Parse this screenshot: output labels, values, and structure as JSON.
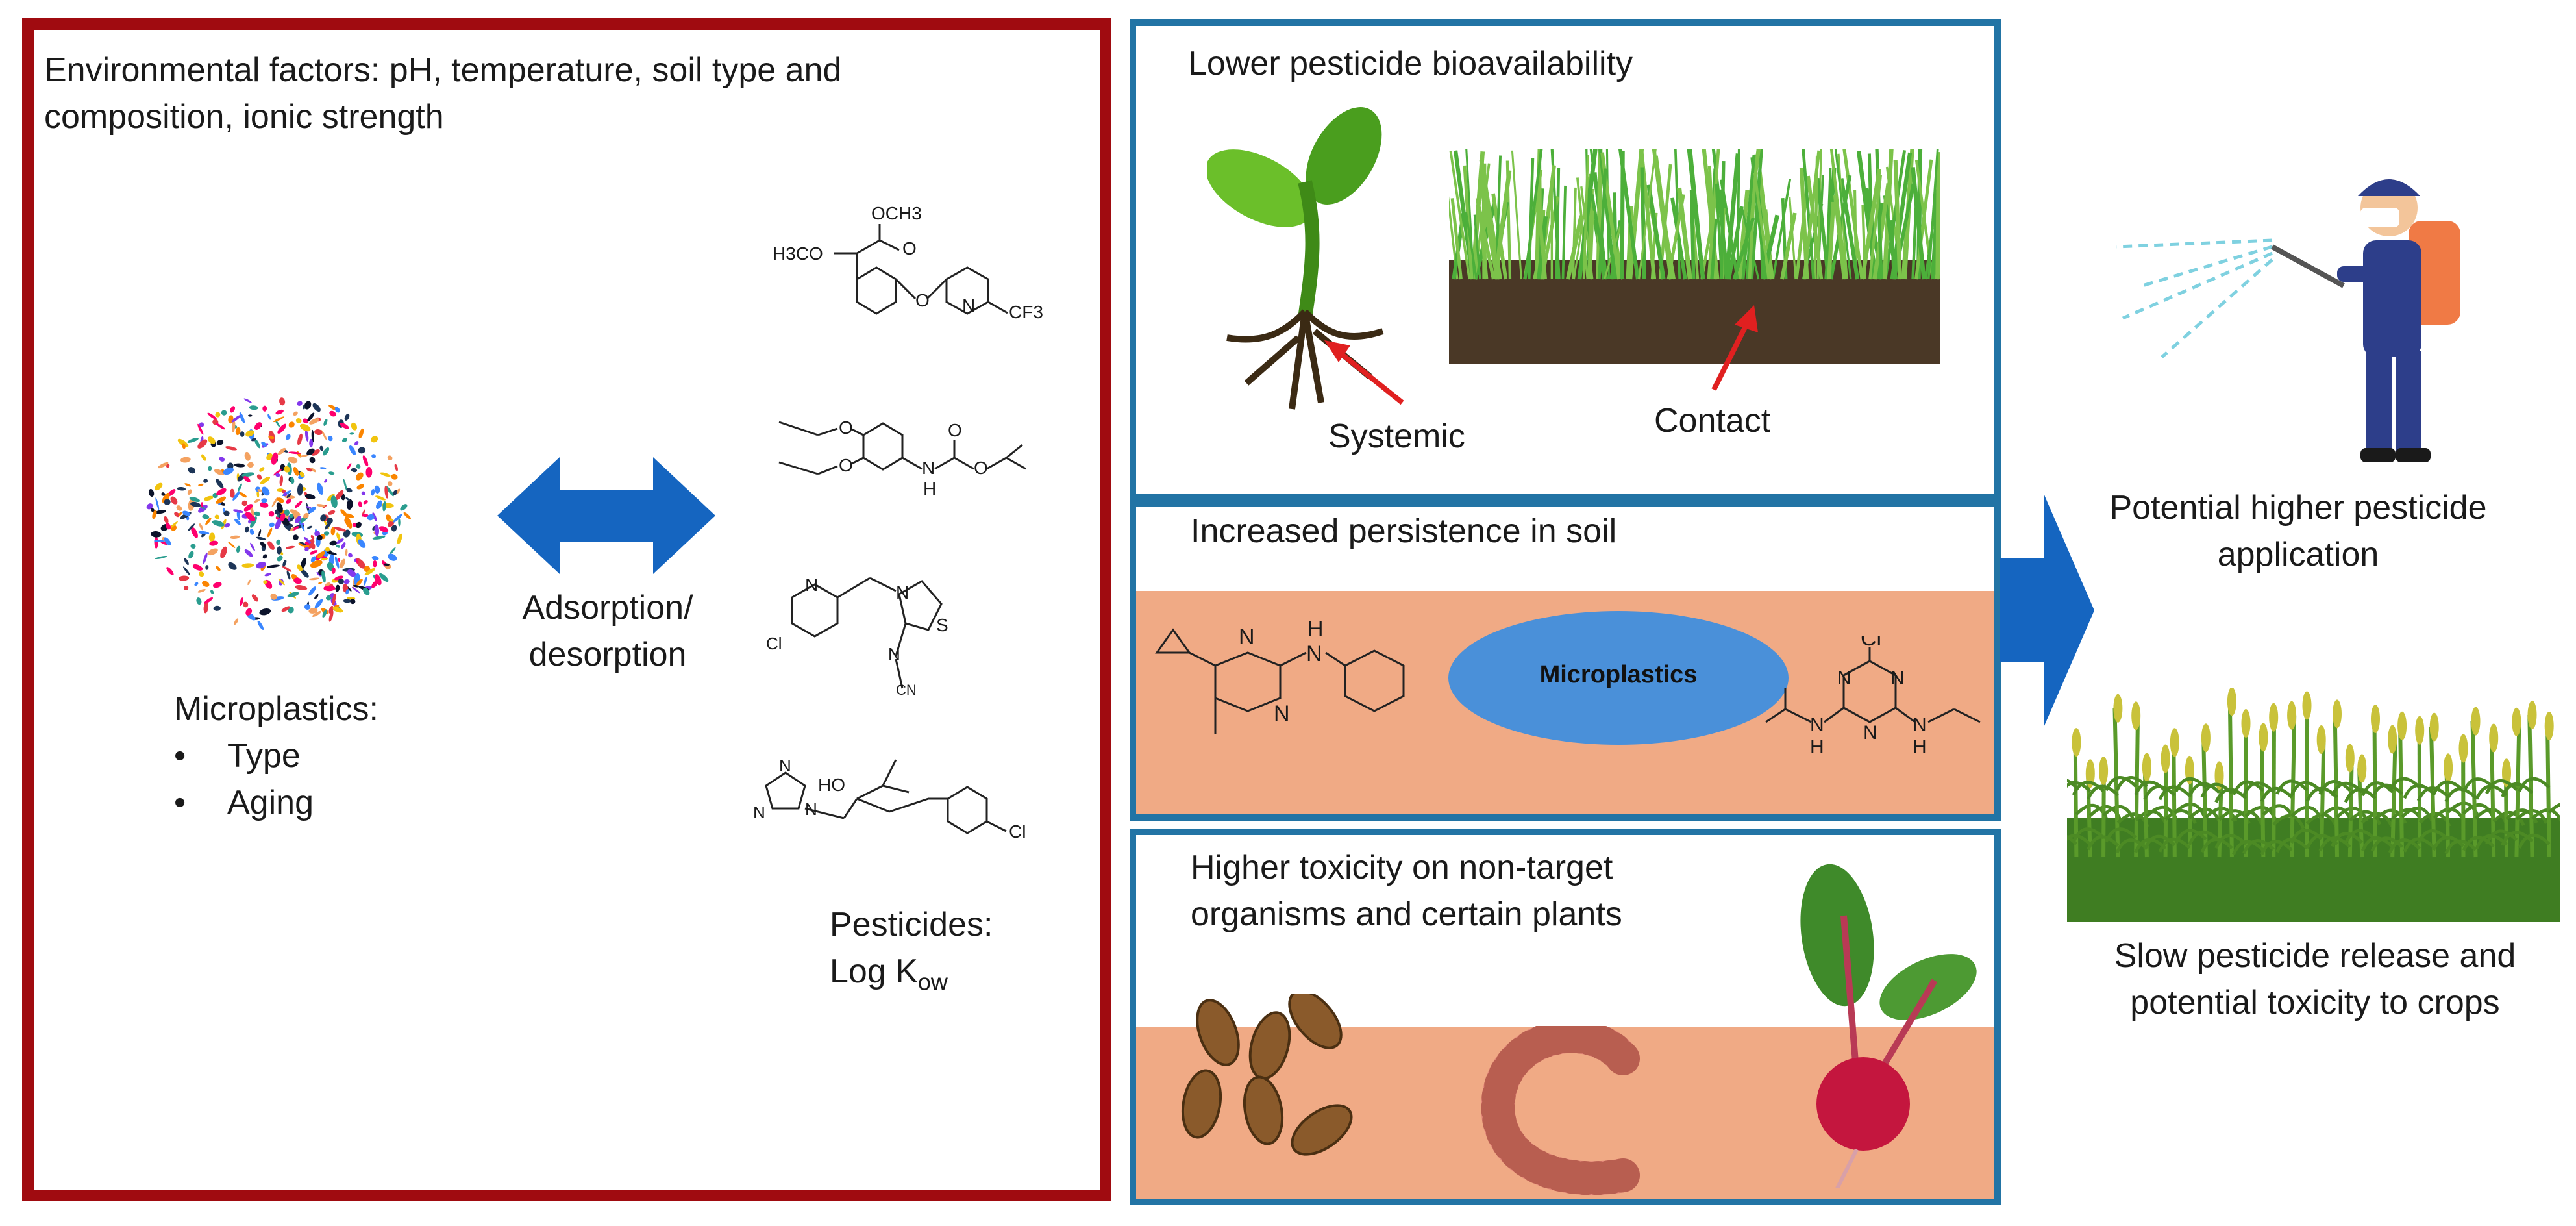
{
  "left_panel": {
    "env_factors_line1": "Environmental factors: pH, temperature, soil type and",
    "env_factors_line2": "composition, ionic strength",
    "microplastics_title": "Microplastics:",
    "microplastics_items": [
      "Type",
      "Aging"
    ],
    "arrow_label_line1": "Adsorption/",
    "arrow_label_line2": "desorption",
    "pesticides_title": "Pesticides:",
    "pesticides_logk_main": "Log K",
    "pesticides_logk_sub": "ow",
    "structure_labels": {
      "s1_och3": "OCH3",
      "s1_h3co": "H3CO",
      "s1_o": "O",
      "s1_n": "N",
      "s1_cf3": "CF3",
      "s2_o1": "O",
      "s2_o2": "O",
      "s2_o3": "O",
      "s2_o4": "O",
      "s2_nh": "N",
      "s2_h": "H",
      "s3_n1": "N",
      "s3_n2": "N",
      "s3_s": "S",
      "s3_cl": "Cl",
      "s3_n3": "N",
      "s3_cn": "CN",
      "s4_ho": "HO",
      "s4_n1": "N",
      "s4_n2": "N",
      "s4_n3": "N",
      "s4_cl": "Cl"
    }
  },
  "panel_bioavailability": {
    "title": "Lower pesticide bioavailability",
    "label_systemic": "Systemic",
    "label_contact": "Contact"
  },
  "panel_persistence": {
    "title": "Increased persistence in soil",
    "ellipse_label": "Microplastics",
    "chem_left": {
      "n1": "N",
      "n2": "N",
      "nh_n": "N",
      "nh_h": "H"
    },
    "chem_right": {
      "cl": "Cl",
      "n1": "N",
      "n2": "N",
      "n3": "N",
      "nh1_n": "N",
      "nh1_h": "H",
      "nh2_n": "N",
      "nh2_h": "H"
    }
  },
  "panel_toxicity": {
    "title_line1": "Higher toxicity on non-target",
    "title_line2": "organisms and certain plants"
  },
  "right_column": {
    "application_line1": "Potential higher pesticide",
    "application_line2": "application",
    "release_line1": "Slow pesticide release and",
    "release_line2": "potential toxicity to crops"
  },
  "colors": {
    "left_border": "#a00b10",
    "panel_border": "#2274a5",
    "arrow_blue": "#1565c0",
    "soil_band": "#f0aa85",
    "ellipse": "#4a90d9"
  }
}
